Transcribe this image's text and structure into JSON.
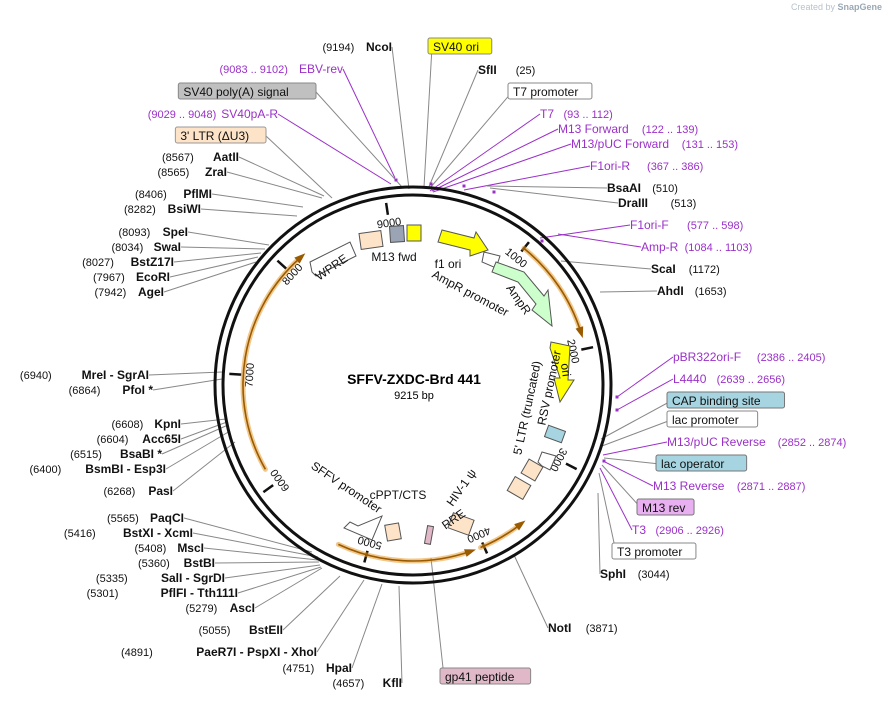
{
  "credit": {
    "prefix": "Created by",
    "brand": "SnapGene"
  },
  "plasmid": {
    "name": "SFFV-ZXDC-Brd 441",
    "length": "9215 bp",
    "total_bp": 9215
  },
  "scale_ticks": [
    "1000",
    "2000",
    "3000",
    "4000",
    "5000",
    "6000",
    "7000",
    "8000",
    "9000"
  ],
  "colors": {
    "enzyme": "#000000",
    "primer": "#9b30c8",
    "feature_fill": "#fde3c8",
    "ori": "#ffff00",
    "ampr": "#ccffcc",
    "arrow_orange": "#e69a2e",
    "lacop": "#a6d4e0",
    "m13rev": "#e8b0f0",
    "gp41": "#e0b8c8",
    "sv40pa": "#c0c0c0"
  },
  "right_labels": [
    {
      "kind": "boxed",
      "text": "SV40 ori",
      "style": "yellow"
    },
    {
      "kind": "enzyme",
      "name": "SfII",
      "pos": "(25)"
    },
    {
      "kind": "boxed",
      "text": "T7 promoter",
      "style": "white"
    },
    {
      "kind": "primer",
      "name": "T7",
      "pos": "(93 .. 112)"
    },
    {
      "kind": "primer",
      "name": "M13 Forward",
      "pos": "(122 .. 139)"
    },
    {
      "kind": "primer",
      "name": "M13/pUC Forward",
      "pos": "(131 .. 153)"
    },
    {
      "kind": "primer",
      "name": "F1ori-R",
      "pos": "(367 .. 386)"
    },
    {
      "kind": "enzyme",
      "name": "BsaAI",
      "pos": "(510)"
    },
    {
      "kind": "enzyme",
      "name": "DraIII",
      "pos": "(513)"
    },
    {
      "kind": "primer",
      "name": "F1ori-F",
      "pos": "(577 .. 598)"
    },
    {
      "kind": "primer",
      "name": "Amp-R",
      "pos": "(1084 .. 1103)"
    },
    {
      "kind": "enzyme",
      "name": "ScaI",
      "pos": "(1172)"
    },
    {
      "kind": "enzyme",
      "name": "AhdI",
      "pos": "(1653)"
    },
    {
      "kind": "primer",
      "name": "pBR322ori-F",
      "pos": "(2386 .. 2405)"
    },
    {
      "kind": "primer",
      "name": "L4440",
      "pos": "(2639 .. 2656)"
    },
    {
      "kind": "boxed",
      "text": "CAP binding site",
      "style": "blue"
    },
    {
      "kind": "boxed",
      "text": "lac promoter",
      "style": "white"
    },
    {
      "kind": "primer",
      "name": "M13/pUC Reverse",
      "pos": "(2852 .. 2874)"
    },
    {
      "kind": "boxed",
      "text": "lac operator",
      "style": "blue"
    },
    {
      "kind": "primer",
      "name": "M13 Reverse",
      "pos": "(2871 .. 2887)"
    },
    {
      "kind": "boxed",
      "text": "M13 rev",
      "style": "purple"
    },
    {
      "kind": "primer",
      "name": "T3",
      "pos": "(2906 .. 2926)"
    },
    {
      "kind": "boxed",
      "text": "T3 promoter",
      "style": "white"
    },
    {
      "kind": "enzyme",
      "name": "SphI",
      "pos": "(3044)"
    },
    {
      "kind": "enzyme",
      "name": "NotI",
      "pos": "(3871)"
    },
    {
      "kind": "boxed",
      "text": "gp41 peptide",
      "style": "pink"
    }
  ],
  "left_labels": [
    {
      "kind": "enzyme",
      "name": "NcoI",
      "pos": "(9194)"
    },
    {
      "kind": "primer",
      "name": "EBV-rev",
      "pos": "(9083 .. 9102)"
    },
    {
      "kind": "boxed",
      "text": "SV40 poly(A) signal",
      "style": "gray"
    },
    {
      "kind": "primer",
      "name": "SV40pA-R",
      "pos": "(9029 .. 9048)"
    },
    {
      "kind": "boxed",
      "text": "3' LTR (ΔU3)",
      "style": "peach"
    },
    {
      "kind": "enzyme",
      "name": "AatII",
      "pos": "(8567)"
    },
    {
      "kind": "enzyme",
      "name": "ZraI",
      "pos": "(8565)"
    },
    {
      "kind": "enzyme",
      "name": "PflMI",
      "pos": "(8406)"
    },
    {
      "kind": "enzyme",
      "name": "BsiWI",
      "pos": "(8282)"
    },
    {
      "kind": "enzyme",
      "name": "SpeI",
      "pos": "(8093)"
    },
    {
      "kind": "enzyme",
      "name": "SwaI",
      "pos": "(8034)"
    },
    {
      "kind": "enzyme",
      "name": "BstZ17I",
      "pos": "(8027)"
    },
    {
      "kind": "enzyme",
      "name": "EcoRI",
      "pos": "(7967)"
    },
    {
      "kind": "enzyme",
      "name": "AgeI",
      "pos": "(7942)"
    },
    {
      "kind": "enzyme",
      "name": "MreI",
      "name2": "SgrAI",
      "pos": "(6940)"
    },
    {
      "kind": "enzyme",
      "name": "PfoI *",
      "pos": "(6864)"
    },
    {
      "kind": "enzyme",
      "name": "KpnI",
      "pos": "(6608)"
    },
    {
      "kind": "enzyme",
      "name": "Acc65I",
      "pos": "(6604)"
    },
    {
      "kind": "enzyme",
      "name": "BsaBI *",
      "pos": "(6515)"
    },
    {
      "kind": "enzyme",
      "name": "BsmBI",
      "name2": "Esp3I",
      "pos": "(6400)"
    },
    {
      "kind": "enzyme",
      "name": "PasI",
      "pos": "(6268)"
    },
    {
      "kind": "enzyme",
      "name": "PaqCI",
      "pos": "(5565)"
    },
    {
      "kind": "enzyme",
      "name": "BstXI",
      "name2": "XcmI",
      "pos": "(5416)"
    },
    {
      "kind": "enzyme",
      "name": "MscI",
      "pos": "(5408)"
    },
    {
      "kind": "enzyme",
      "name": "BstBI",
      "pos": "(5360)"
    },
    {
      "kind": "enzyme",
      "name": "SalI",
      "name2": "SgrDI",
      "pos": "(5335)"
    },
    {
      "kind": "enzyme",
      "name": "PflFI",
      "name2": "Tth111I",
      "pos": "(5301)"
    },
    {
      "kind": "enzyme",
      "name": "AscI",
      "pos": "(5279)"
    },
    {
      "kind": "enzyme",
      "name": "BstEII",
      "pos": "(5055)"
    },
    {
      "kind": "enzyme",
      "name": "PaeR7I",
      "name2": "PspXI",
      "name3": "XhoI",
      "pos": "(4891)"
    },
    {
      "kind": "enzyme",
      "name": "HpaI",
      "pos": "(4751)"
    },
    {
      "kind": "enzyme",
      "name": "KflI",
      "pos": "(4657)"
    }
  ],
  "inner_features": [
    {
      "name": "WPRE"
    },
    {
      "name": "M13 fwd"
    },
    {
      "name": "f1 ori"
    },
    {
      "name": "AmpR promoter"
    },
    {
      "name": "AmpR"
    },
    {
      "name": "ori"
    },
    {
      "name": "5' LTR (truncated)"
    },
    {
      "name": "RSV promoter"
    },
    {
      "name": "HIV-1 ψ"
    },
    {
      "name": "RRE"
    },
    {
      "name": "cPPT/CTS"
    },
    {
      "name": "SFFV promoter"
    }
  ]
}
